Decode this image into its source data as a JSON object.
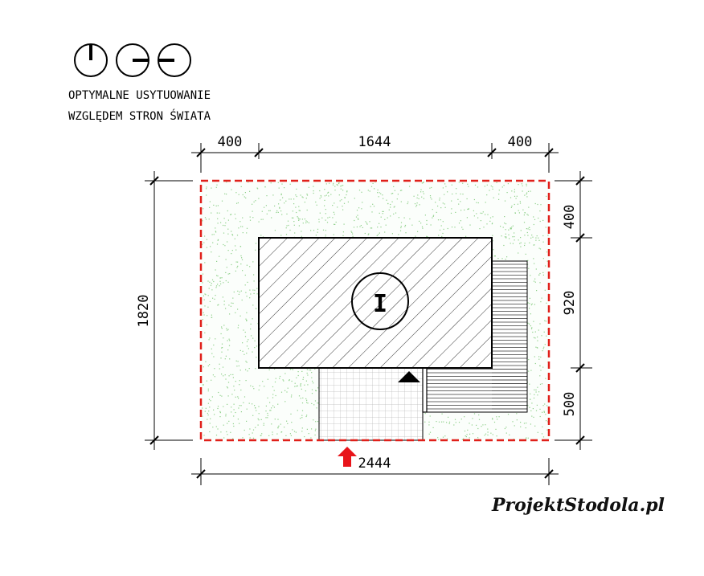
{
  "legend": {
    "line1": "OPTYMALNE USYTUOWANIE",
    "line2": "WZGLĘDEM STRON ŚWIATA",
    "icons": [
      "orientation-north-icon",
      "orientation-east-icon",
      "orientation-west-icon"
    ]
  },
  "dimensions": {
    "top": [
      "400",
      "1644",
      "400"
    ],
    "left": "1820",
    "right": [
      "400",
      "920",
      "500"
    ],
    "bottom": "2444"
  },
  "house_label": "I",
  "watermark": "ProjektStodola.pl",
  "colors": {
    "plot_border": "#e0201a",
    "entrance_arrow": "#e8141a",
    "grass": "#8fd08a"
  }
}
